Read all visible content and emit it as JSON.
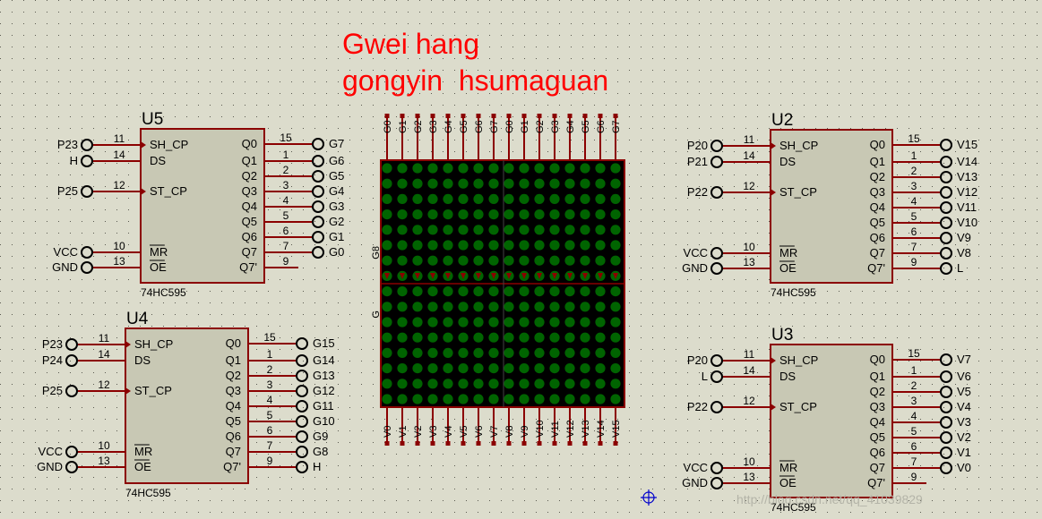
{
  "header": {
    "line1": "Gwei hang",
    "line2": "gongyin  hsumaguan"
  },
  "colors": {
    "background": "#dcdccc",
    "wire": "#8b0000",
    "chip_fill": "#c8c8b4",
    "led_on": "#006400",
    "matrix_bg": "#000000",
    "terminal": "#000000",
    "title_text": "#ff0000"
  },
  "chip_part": "74HC595",
  "left_pins": [
    "SH_CP",
    "DS",
    "ST_CP",
    "MR",
    "OE"
  ],
  "right_pins": [
    "Q0",
    "Q1",
    "Q2",
    "Q3",
    "Q4",
    "Q5",
    "Q6",
    "Q7",
    "Q7'"
  ],
  "chips": [
    {
      "id": "U5",
      "pin_nums_left": [
        "11",
        "14",
        "12",
        "10",
        "13"
      ],
      "nets_left": [
        "P23",
        "H",
        "P25",
        "VCC",
        "GND"
      ],
      "pin_nums_right": [
        "15",
        "1",
        "2",
        "3",
        "4",
        "5",
        "6",
        "7",
        "9"
      ],
      "nets_right": [
        "G7",
        "G6",
        "G5",
        "G4",
        "G3",
        "G2",
        "G1",
        "G0",
        ""
      ]
    },
    {
      "id": "U4",
      "pin_nums_left": [
        "11",
        "14",
        "12",
        "10",
        "13"
      ],
      "nets_left": [
        "P23",
        "P24",
        "P25",
        "VCC",
        "GND"
      ],
      "pin_nums_right": [
        "15",
        "1",
        "2",
        "3",
        "4",
        "5",
        "6",
        "7",
        "9"
      ],
      "nets_right": [
        "G15",
        "G14",
        "G13",
        "G12",
        "G11",
        "G10",
        "G9",
        "G8",
        "H"
      ]
    },
    {
      "id": "U2",
      "pin_nums_left": [
        "11",
        "14",
        "12",
        "10",
        "13"
      ],
      "nets_left": [
        "P20",
        "P21",
        "P22",
        "VCC",
        "GND"
      ],
      "pin_nums_right": [
        "15",
        "1",
        "2",
        "3",
        "4",
        "5",
        "6",
        "7",
        "9"
      ],
      "nets_right": [
        "V15",
        "V14",
        "V13",
        "V12",
        "V11",
        "V10",
        "V9",
        "V8",
        "L"
      ]
    },
    {
      "id": "U3",
      "pin_nums_left": [
        "11",
        "14",
        "12",
        "10",
        "13"
      ],
      "nets_left": [
        "P20",
        "L",
        "P22",
        "VCC",
        "GND"
      ],
      "pin_nums_right": [
        "15",
        "1",
        "2",
        "3",
        "4",
        "5",
        "6",
        "7",
        "9"
      ],
      "nets_right": [
        "V7",
        "V6",
        "V5",
        "V4",
        "V3",
        "V2",
        "V1",
        "V0",
        ""
      ]
    }
  ],
  "matrix": {
    "rows": 16,
    "cols": 16,
    "top_labels": [
      "G0",
      "G1",
      "G2",
      "G3",
      "G4",
      "G5",
      "G6",
      "G7",
      "G0",
      "G1",
      "G2",
      "G3",
      "G4",
      "G5",
      "G6",
      "G7"
    ],
    "bottom_labels": [
      "V0",
      "V1",
      "V2",
      "V3",
      "V4",
      "V5",
      "V6",
      "V7",
      "V8",
      "V9",
      "V10",
      "V11",
      "V12",
      "V13",
      "V14",
      "V15"
    ],
    "side_labels": [
      "G8",
      "G"
    ]
  },
  "watermark": "http://blog.csdn.net/qq_41039829"
}
